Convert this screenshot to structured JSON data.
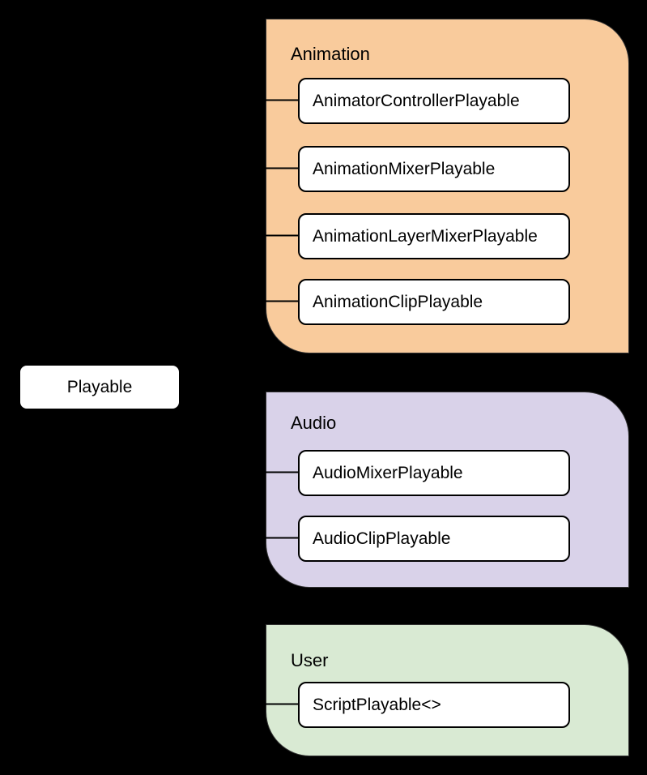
{
  "theme": {
    "background": "#000000",
    "node-fill": "#ffffff",
    "node-border": "#000000",
    "text": "#000000",
    "connector": "#000000"
  },
  "root": {
    "label": "Playable"
  },
  "groups": [
    {
      "id": "animation",
      "label": "Animation",
      "color": "#F9CB9C",
      "items": [
        {
          "label": "AnimatorControllerPlayable"
        },
        {
          "label": "AnimationMixerPlayable"
        },
        {
          "label": "AnimationLayerMixerPlayable"
        },
        {
          "label": "AnimationClipPlayable"
        }
      ]
    },
    {
      "id": "audio",
      "label": "Audio",
      "color": "#D9D2E9",
      "items": [
        {
          "label": "AudioMixerPlayable"
        },
        {
          "label": "AudioClipPlayable"
        }
      ]
    },
    {
      "id": "user",
      "label": "User",
      "color": "#D9EAD3",
      "items": [
        {
          "label": "ScriptPlayable<>"
        }
      ]
    }
  ]
}
